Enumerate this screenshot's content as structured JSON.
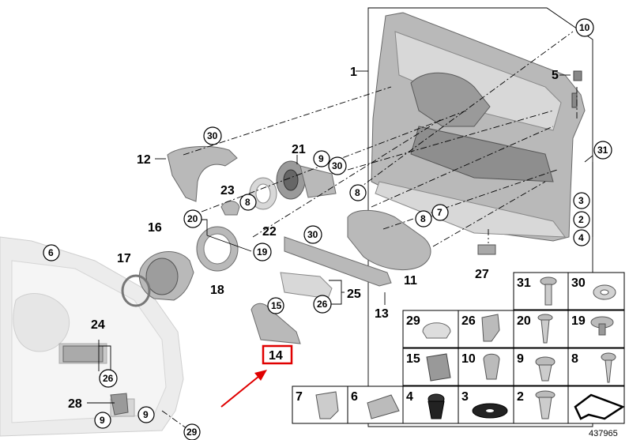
{
  "callouts": {
    "c1": "1",
    "c2": "2",
    "c3": "3",
    "c4": "4",
    "c5": "5",
    "c6": "6",
    "c8a": "8",
    "c8b": "8",
    "c8c": "8",
    "c7": "7",
    "c9a": "9",
    "c9b": "9",
    "c9c": "9",
    "c10": "10",
    "c11": "11",
    "c12": "12",
    "c13": "13",
    "c14": "14",
    "c15": "15",
    "c16": "16",
    "c17": "17",
    "c18": "18",
    "c19": "19",
    "c20": "20",
    "c21": "21",
    "c22": "22",
    "c23": "23",
    "c24": "24",
    "c25": "25",
    "c26a": "26",
    "c26b": "26",
    "c27": "27",
    "c28": "28",
    "c29": "29",
    "c30a": "30",
    "c30b": "30",
    "c30c": "30",
    "c31": "31"
  },
  "legend": {
    "r1": [
      "31",
      "30"
    ],
    "r2": [
      "29",
      "26",
      "20",
      "19"
    ],
    "r3": [
      "15",
      "10",
      "9",
      "8"
    ],
    "r4": [
      "7",
      "6",
      "4",
      "3",
      "2"
    ]
  },
  "diagram_id": "437965",
  "highlight": {
    "label": "14",
    "color": "#e00000"
  }
}
